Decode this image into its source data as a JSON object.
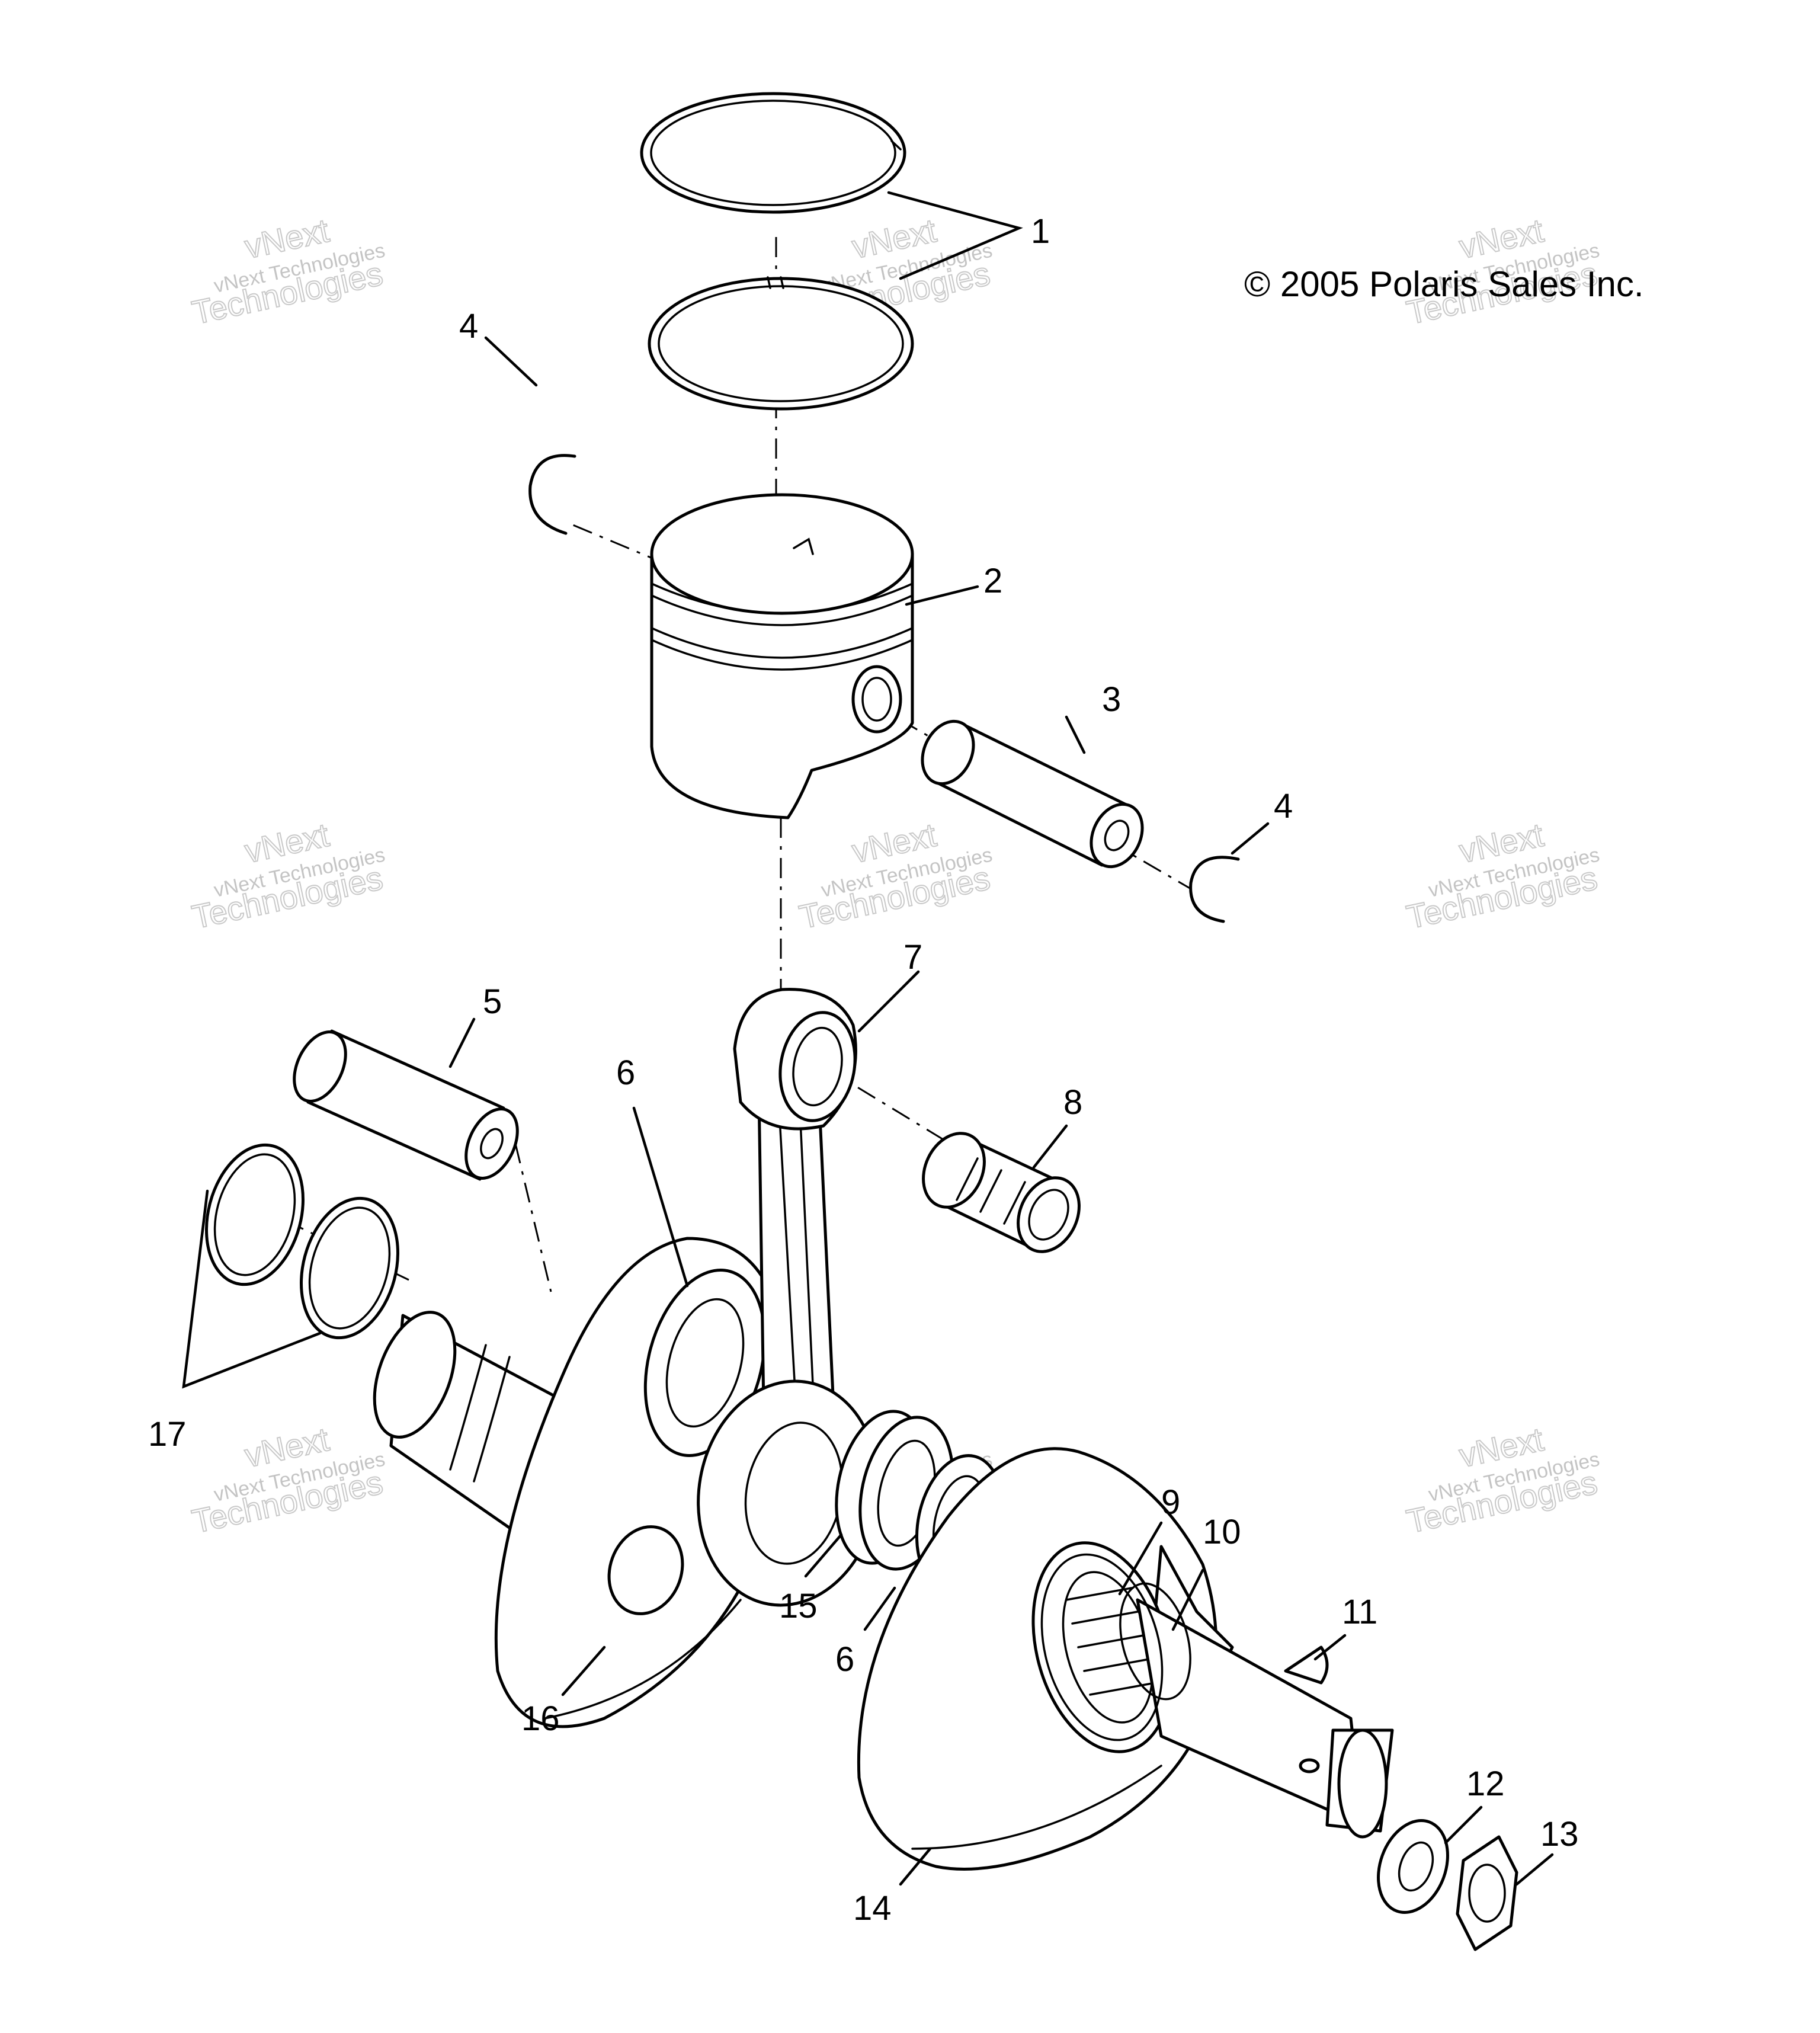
{
  "diagram": {
    "copyright": "© 2005 Polaris Sales Inc."
  },
  "callouts": [
    "1",
    "2",
    "3",
    "4",
    "4",
    "5",
    "6",
    "7",
    "8",
    "9",
    "10",
    "11",
    "12",
    "13",
    "14",
    "15",
    "6",
    "16",
    "17"
  ],
  "watermark": {
    "line_small": "vNext Technologies",
    "line_big_1": "vNext",
    "line_big_2": "Technologies"
  }
}
